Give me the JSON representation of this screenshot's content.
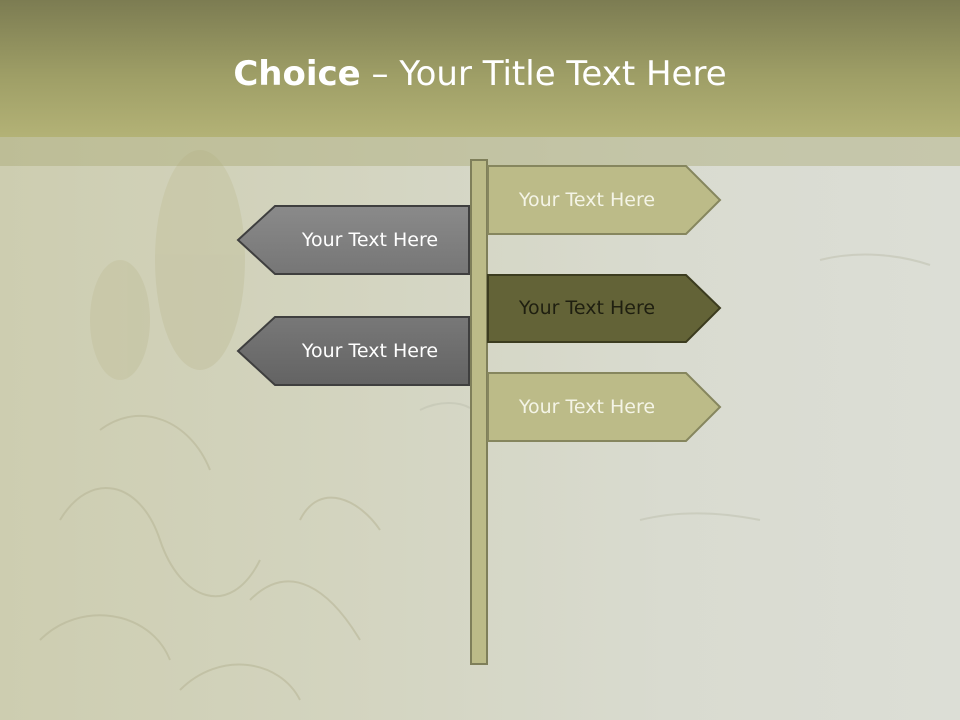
{
  "title": {
    "bold": "Choice",
    "separator": " – ",
    "rest": "Your Title Text Here"
  },
  "signs": {
    "right_top": "Your Text Here",
    "left_top": "Your Text Here",
    "right_middle": "Your Text Here",
    "left_bottom": "Your Text Here",
    "right_bottom": "Your Text Here"
  },
  "colors": {
    "header": "#9e9e66",
    "sign_light": "#bcbb88",
    "sign_dark": "#636337",
    "sign_gray": "#7b7b7b",
    "sign_gray_dark": "#6a6a6a",
    "post": "#bcbb88"
  }
}
